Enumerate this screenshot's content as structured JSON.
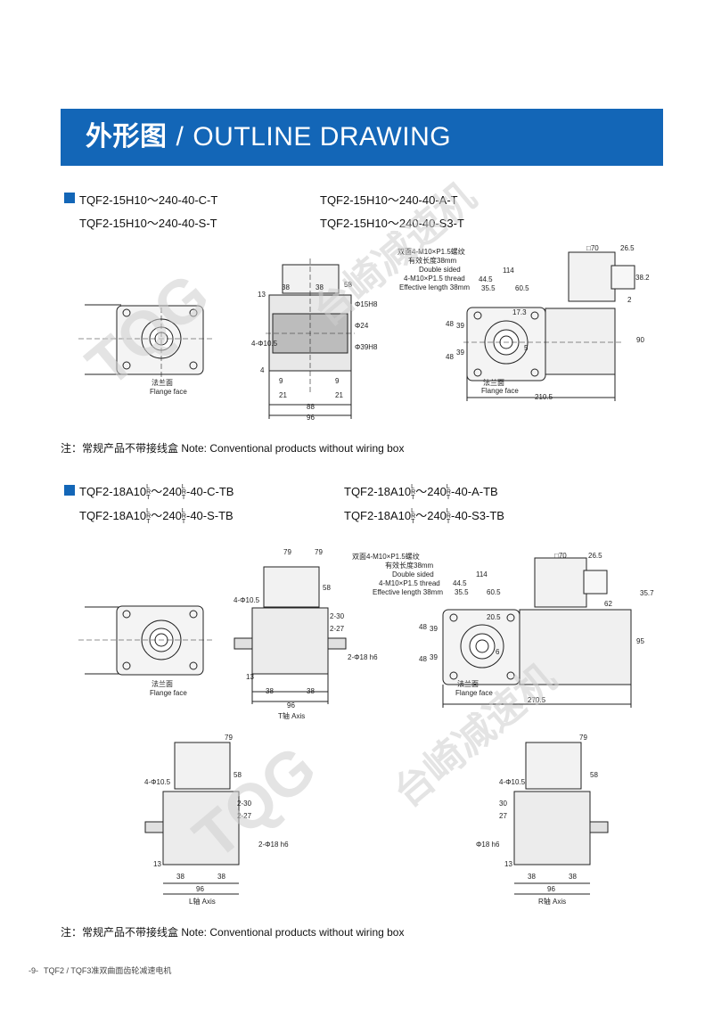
{
  "header": {
    "title_cn": "外形图",
    "slash": "/",
    "title_en": "OUTLINE DRAWING"
  },
  "section1": {
    "models_left": [
      "TQF2-15H10～240-40-C-T",
      "TQF2-15H10～240-40-S-T"
    ],
    "models_right": [
      "TQF2-15H10～240-40-A-T",
      "TQF2-15H10～240-40-S3-T"
    ],
    "note": "注：常规产品不带接线盒 Note: Conventional products without wiring box",
    "flange_cn": "法兰面",
    "flange_en": "Flange face",
    "thread_cn": "双面4-M10×P1.5螺纹",
    "thread_cn2": "有效长度38mm",
    "thread_en1": "Double sided",
    "thread_en2": "4-M10×P1.5 thread",
    "thread_en3": "Effective length 38mm",
    "dims_mid": [
      "13",
      "38",
      "38",
      "58",
      "4-Φ10.5",
      "Φ15H8",
      "Φ24",
      "Φ39H8",
      "4",
      "9",
      "9",
      "21",
      "21",
      "88",
      "96"
    ],
    "dims_right": [
      "□70",
      "26.5",
      "114",
      "44.5",
      "35.5",
      "60.5",
      "17.3",
      "48",
      "39",
      "48",
      "39",
      "5",
      "2",
      "38.2",
      "90",
      "210.5"
    ]
  },
  "section2": {
    "models_left_prefix": [
      "TQF2-18A10",
      "TQF2-18A10"
    ],
    "models_left_mid": [
      "～240",
      "～240"
    ],
    "models_left_suffix": [
      "-40-C-TB",
      "-40-S-TB"
    ],
    "models_right_prefix": [
      "TQF2-18A10",
      "TQF2-18A10"
    ],
    "models_right_mid": [
      "～240",
      "～240"
    ],
    "models_right_suffix": [
      "-40-A-TB",
      "-40-S3-TB"
    ],
    "stack": [
      "L",
      "R",
      "T"
    ],
    "note": "注：常规产品不带接线盒 Note: Conventional products without wiring box",
    "flange_cn": "法兰面",
    "flange_en": "Flange face",
    "t_axis": "T轴 Axis",
    "l_axis": "L轴 Axis",
    "r_axis": "R轴 Axis",
    "dims_t": [
      "79",
      "79",
      "58",
      "4-Φ10.5",
      "2-30",
      "2-27",
      "2-Φ18 h6",
      "13",
      "38",
      "38",
      "96"
    ],
    "dims_right": [
      "□70",
      "26.5",
      "114",
      "44.5",
      "35.5",
      "60.5",
      "20.5",
      "62",
      "35.7",
      "48",
      "39",
      "39",
      "48",
      "6",
      "95",
      "270.5"
    ],
    "dims_l": [
      "79",
      "58",
      "4-Φ10.5",
      "2-30",
      "2-27",
      "2-Φ18 h6",
      "13",
      "38",
      "38",
      "96"
    ],
    "dims_r": [
      "79",
      "58",
      "4-Φ10.5",
      "30",
      "27",
      "Φ18 h6",
      "13",
      "38",
      "38",
      "96"
    ]
  },
  "watermark": {
    "brand": "TQG",
    "cn": "台崎减速机"
  },
  "footer": {
    "page": "-9-",
    "text": "TQF2 / TQF3准双曲面齿轮减速电机"
  }
}
